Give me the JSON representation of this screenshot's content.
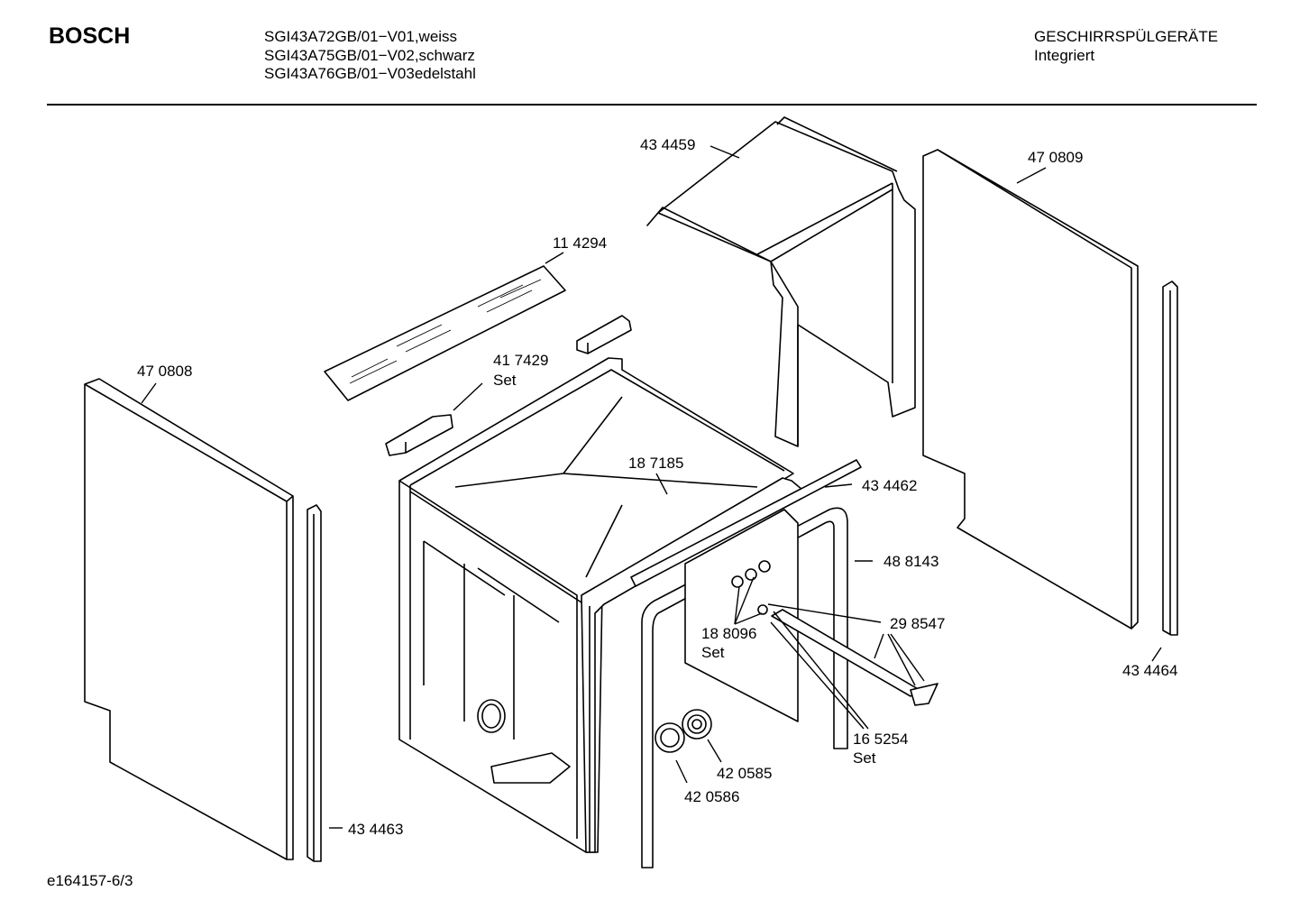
{
  "header": {
    "brand": "BOSCH",
    "models": [
      "SGI43A72GB/01−V01,weiss",
      "SGI43A75GB/01−V02,schwarz",
      "SGI43A76GB/01−V03edelstahl"
    ],
    "category": "GESCHIRRSPÜLGERÄTE",
    "subcategory": "Integriert"
  },
  "parts": {
    "p434459": "43 4459",
    "p470809": "47 0809",
    "p114294": "11 4294",
    "p417429": "41 7429",
    "p417429_set": "Set",
    "p470808": "47 0808",
    "p187185": "18 7185",
    "p434462": "43 4462",
    "p488143": "48 8143",
    "p298547": "29 8547",
    "p188096": "18 8096",
    "p188096_set": "Set",
    "p434464": "43 4464",
    "p165254": "16 5254",
    "p165254_set": "Set",
    "p420585": "42 0585",
    "p420586": "42 0586",
    "p434463": "43 4463"
  },
  "footer": {
    "doc_id": "e164157-6/3"
  }
}
